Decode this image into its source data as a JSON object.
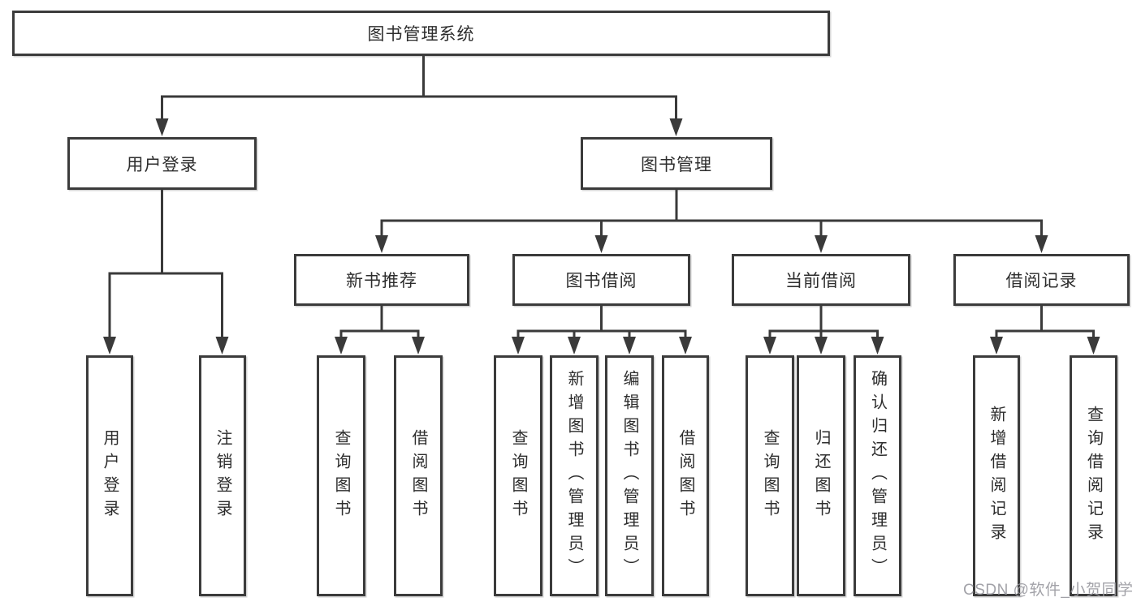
{
  "diagram": {
    "tree": {
      "label": "图书管理系统",
      "children": [
        {
          "label": "用户登录",
          "children": [
            {
              "label": "用户登录"
            },
            {
              "label": "注销登录"
            }
          ]
        },
        {
          "label": "图书管理",
          "children": [
            {
              "label": "新书推荐",
              "children": [
                {
                  "label": "查询图书"
                },
                {
                  "label": "借阅图书"
                }
              ]
            },
            {
              "label": "图书借阅",
              "children": [
                {
                  "label": "查询图书"
                },
                {
                  "label": "新增图书（管理员）"
                },
                {
                  "label": "编辑图书（管理员）"
                },
                {
                  "label": "借阅图书"
                }
              ]
            },
            {
              "label": "当前借阅",
              "children": [
                {
                  "label": "查询图书"
                },
                {
                  "label": "归还图书"
                },
                {
                  "label": "确认归还（管理员）"
                }
              ]
            },
            {
              "label": "借阅记录",
              "children": [
                {
                  "label": "新增借阅记录"
                },
                {
                  "label": "查询借阅记录"
                }
              ]
            }
          ]
        }
      ]
    }
  },
  "watermark": {
    "text": "CSDN @软件_小贺同学"
  },
  "colors": {
    "line": "#3a3a3a",
    "border": "#3b3b3b",
    "text": "#2d2d2d",
    "watermark": "#98989e",
    "background": "#ffffff"
  }
}
